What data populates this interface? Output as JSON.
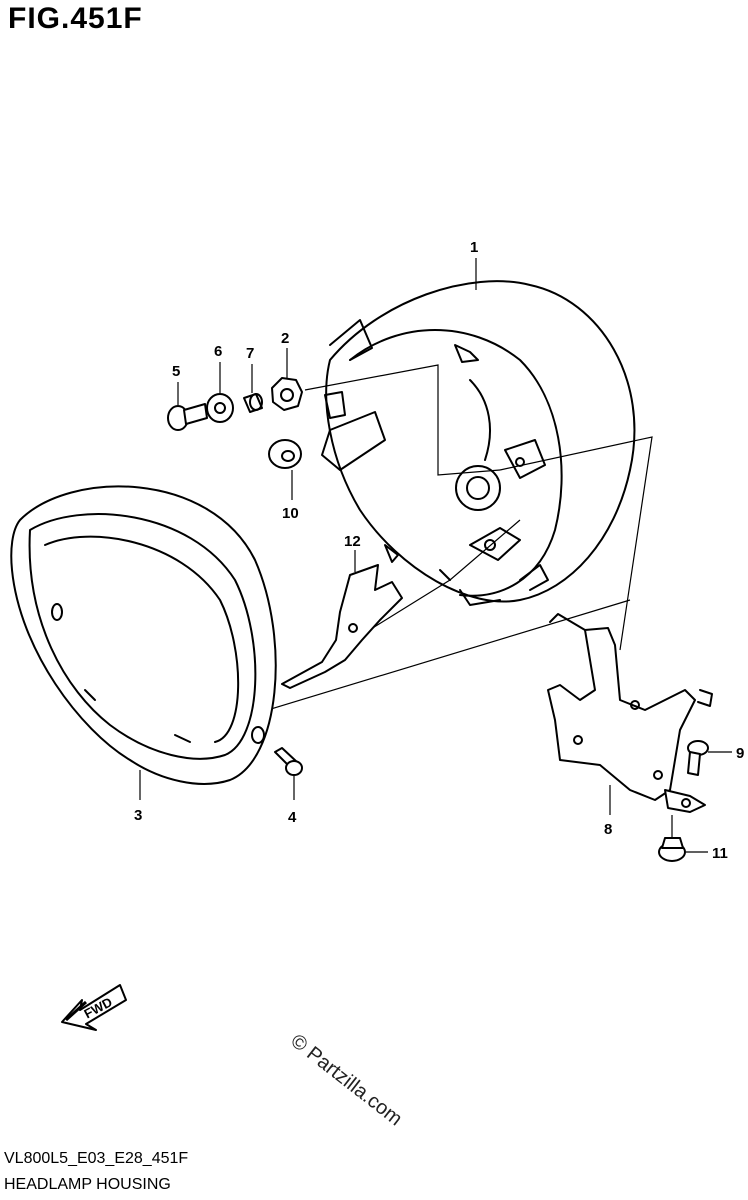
{
  "figure": {
    "title": "FIG.451F",
    "code": "VL800L5_E03_E28_451F",
    "name": "HEADLAMP HOUSING"
  },
  "callouts": [
    "1",
    "2",
    "3",
    "4",
    "5",
    "6",
    "7",
    "8",
    "9",
    "10",
    "11",
    "12"
  ],
  "fwd_label": "FWD",
  "watermark": "© Partzilla.com"
}
